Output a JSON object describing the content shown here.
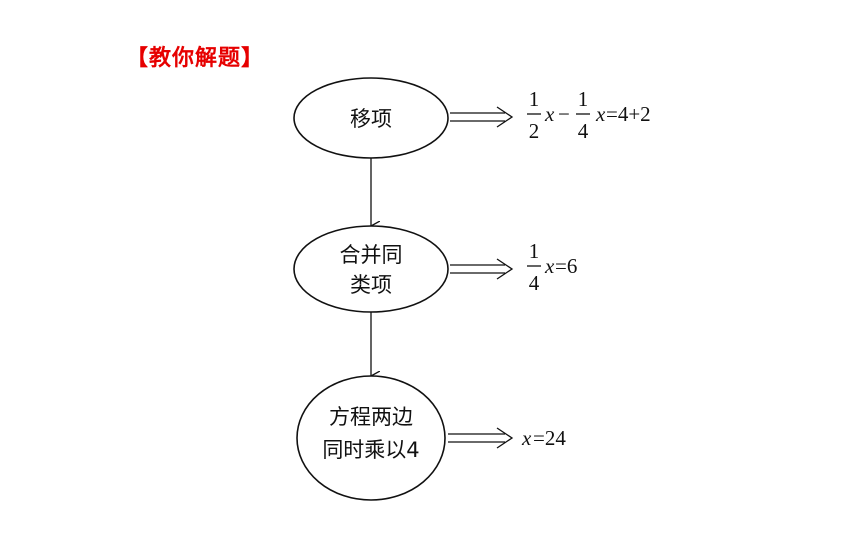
{
  "heading": "【教你解题】",
  "steps": [
    {
      "label_lines": [
        "移项"
      ],
      "result": {
        "frac1": {
          "num": "1",
          "den": "2"
        },
        "var1": "x",
        "minus": "−",
        "frac2": {
          "num": "1",
          "den": "4"
        },
        "var2": "x",
        "rhs": "=4+2"
      }
    },
    {
      "label_lines": [
        "合并同",
        "类项"
      ],
      "result": {
        "frac": {
          "num": "1",
          "den": "4"
        },
        "var": "x",
        "rhs": "=6"
      }
    },
    {
      "label_lines": [
        "方程两边",
        "同时乘以4"
      ],
      "result": {
        "var": "x",
        "rhs": "=24"
      }
    }
  ]
}
